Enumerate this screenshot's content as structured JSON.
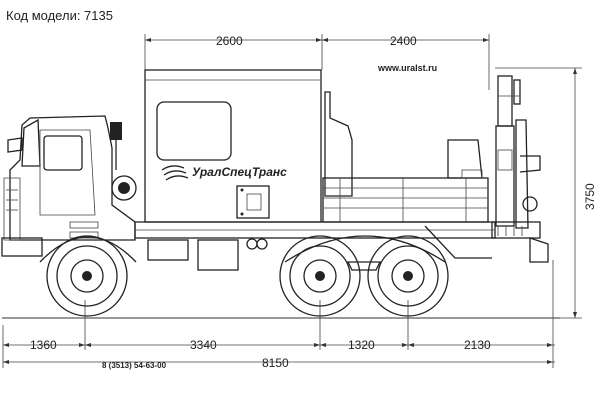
{
  "header": {
    "model_label": "Код модели: 7135"
  },
  "website": "www.uralst.ru",
  "logo_text": "УралСпецТранс",
  "phone": "8 (3513) 54-63-00",
  "dimensions": {
    "top_left": "2600",
    "top_right": "2400",
    "height": "3750",
    "front_overhang": "1360",
    "wheelbase_front": "3340",
    "wheelbase_rear": "1320",
    "rear_overhang": "2130",
    "total_length": "8150"
  }
}
